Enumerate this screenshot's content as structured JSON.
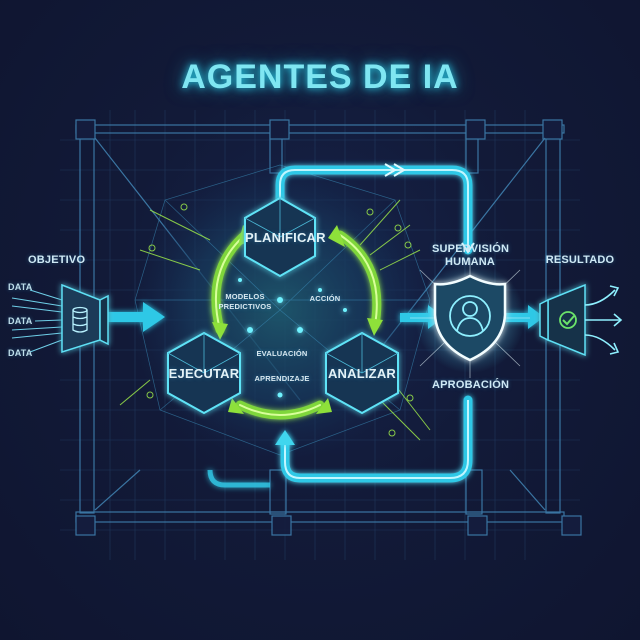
{
  "title": "AGENTES DE IA",
  "colors": {
    "background": "#121a38",
    "cyan": "#3fd6ee",
    "green": "#8ee03a",
    "grid": "#3a6f9a",
    "text": "#d8ecf4"
  },
  "input": {
    "label": "OBJETIVO",
    "data_labels": [
      "DATA",
      "DATA",
      "DATA"
    ],
    "icon": "database-icon"
  },
  "cycle": {
    "nodes": [
      {
        "label": "PLANIFICAR",
        "icon": "hexagon-cube-icon"
      },
      {
        "label": "EJECUTAR",
        "icon": "hexagon-cube-icon"
      },
      {
        "label": "ANALIZAR",
        "icon": "hexagon-cube-icon"
      }
    ],
    "inner_labels": {
      "models": "MODELOS PREDICTIVOS",
      "models_line1": "MODELOS",
      "models_line2": "PREDICTIVOS",
      "action": "ACCIÓN",
      "evaluation": "EVALUACIÓN",
      "learning": "APRENDIZAJE"
    }
  },
  "oversight": {
    "label_line1": "SUPERVISIÓN",
    "label_line2": "HUMANA",
    "approval": "APROBACIÓN",
    "icon": "shield-user-icon"
  },
  "output": {
    "label": "RESULTADO",
    "icon": "checkmark-icon"
  }
}
